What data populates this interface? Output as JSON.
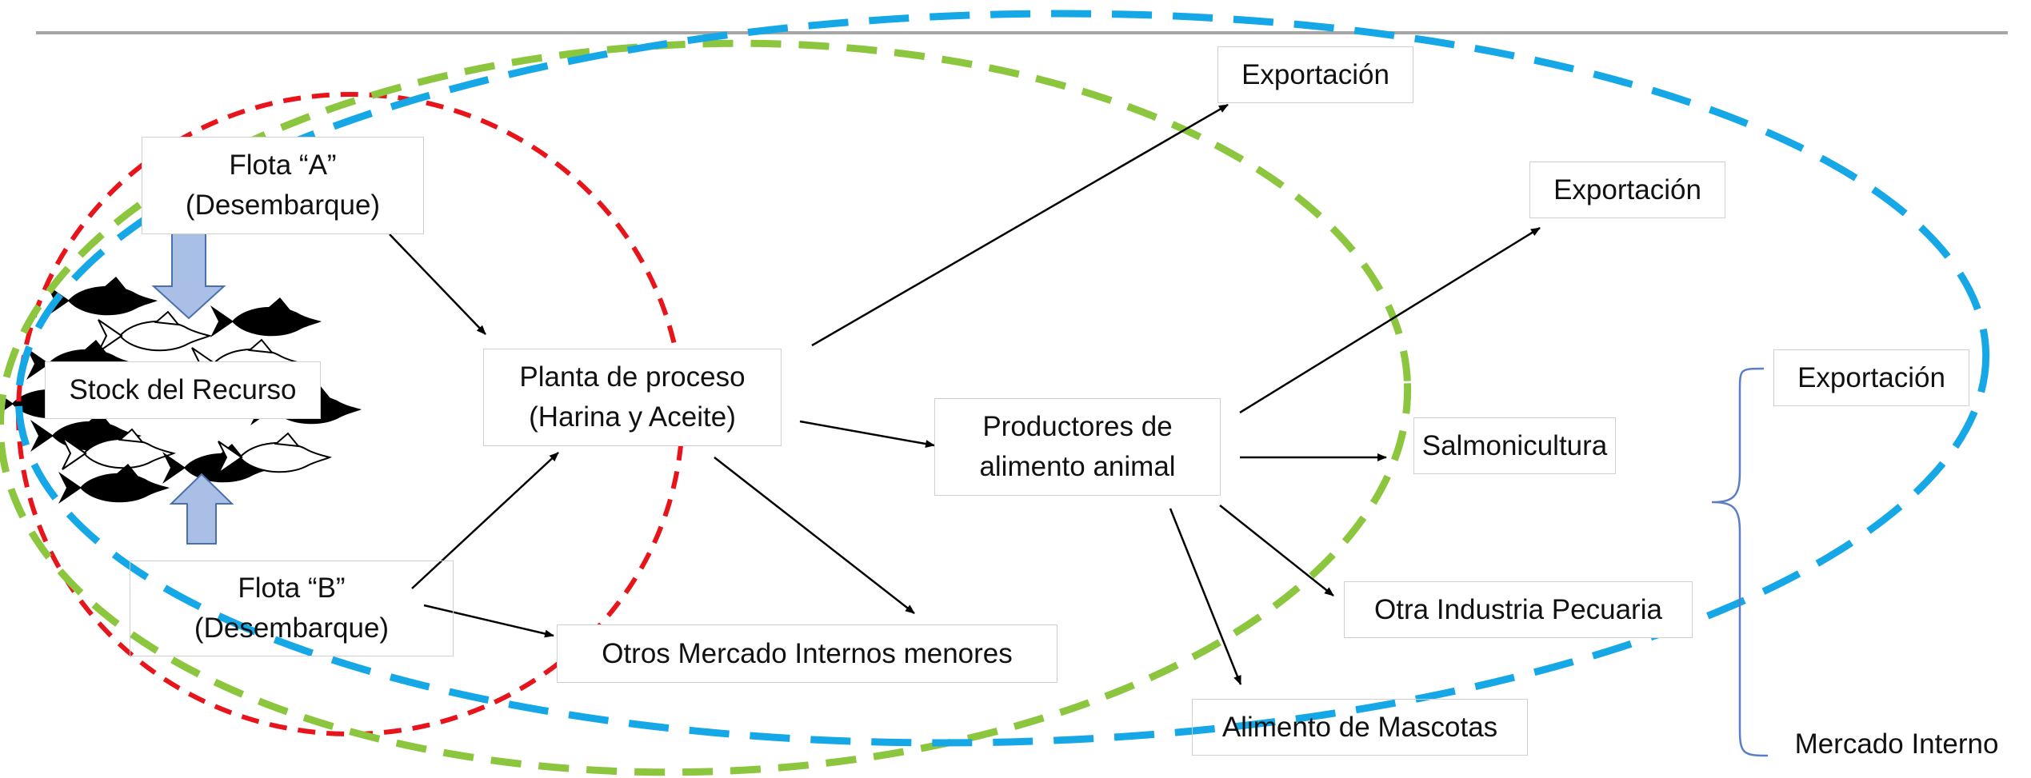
{
  "boxes": {
    "flota_a": {
      "line1": "Flota “A”",
      "line2": "(Desembarque)"
    },
    "stock": {
      "label": "Stock del Recurso"
    },
    "flota_b": {
      "line1": "Flota “B”",
      "line2": "(Desembarque)"
    },
    "planta": {
      "line1": "Planta de proceso",
      "line2": "(Harina y Aceite)"
    },
    "productores": {
      "line1": "Productores de",
      "line2": "alimento animal"
    },
    "otros_mercado": {
      "label": "Otros Mercado Internos menores"
    },
    "exportacion_1": {
      "label": "Exportación"
    },
    "exportacion_2": {
      "label": "Exportación"
    },
    "exportacion_3": {
      "label": "Exportación"
    },
    "salmonicultura": {
      "label": "Salmonicultura"
    },
    "otra_industria": {
      "label": "Otra Industria Pecuaria"
    },
    "alimento_mascotas": {
      "label": "Alimento de Mascotas"
    },
    "mercado_interno": {
      "label": "Mercado Interno"
    }
  },
  "colors": {
    "red_boundary": "#e8141c",
    "green_boundary": "#8cc63f",
    "blue_boundary": "#16a8e6",
    "arrow": "#000000",
    "fish_arrow": "#a9bfe6",
    "brace": "#5b7ec7",
    "top_rule": "#a6a6a6"
  }
}
